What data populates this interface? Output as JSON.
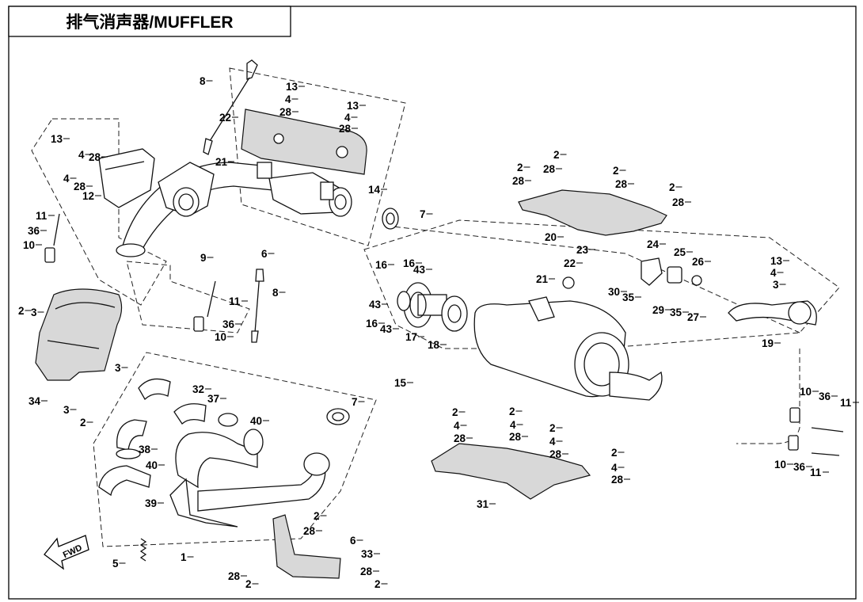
{
  "title": "排气消声器/MUFFLER",
  "fwd_label": "FWD",
  "callouts": [
    "8",
    "13",
    "4",
    "28",
    "13",
    "4",
    "28",
    "22",
    "21",
    "14",
    "13",
    "4",
    "28",
    "4",
    "28",
    "12",
    "11",
    "36",
    "10",
    "9",
    "6",
    "7",
    "2",
    "28",
    "2",
    "28",
    "2",
    "28",
    "2",
    "28",
    "20",
    "16",
    "16",
    "43",
    "43",
    "16",
    "43",
    "17",
    "18",
    "22",
    "21",
    "23",
    "24",
    "25",
    "26",
    "30",
    "35",
    "29",
    "35",
    "27",
    "13",
    "4",
    "3",
    "19",
    "15",
    "2",
    "3",
    "3",
    "3",
    "2",
    "34",
    "11",
    "36",
    "10",
    "8",
    "32",
    "37",
    "40",
    "38",
    "40",
    "39",
    "7",
    "5",
    "1",
    "2",
    "28",
    "6",
    "33",
    "28",
    "2",
    "28",
    "2",
    "2",
    "4",
    "28",
    "2",
    "4",
    "28",
    "2",
    "4",
    "28",
    "2",
    "4",
    "28",
    "31",
    "10",
    "36",
    "11",
    "10",
    "36",
    "11"
  ]
}
